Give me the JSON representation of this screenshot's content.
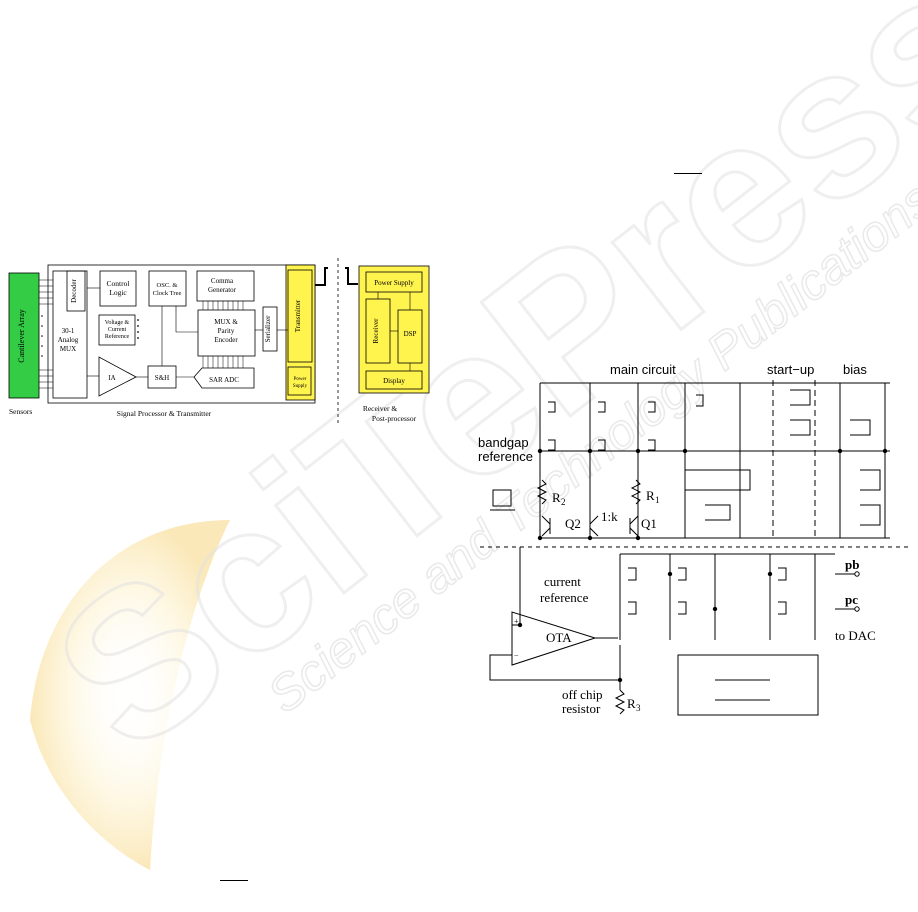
{
  "watermark": {
    "logo": "SciTePress",
    "subtitle": "Science and Technology Publications"
  },
  "block_diagram": {
    "sensor_block": "Cantilever Array",
    "decoder": "Decoder",
    "mux_lines": [
      "30-1",
      "Analog",
      "MUX"
    ],
    "control_logic": [
      "Control",
      "Logic"
    ],
    "voltage_ref": [
      "Voltage &",
      "Current",
      "Reference"
    ],
    "osc": [
      "OSC. &",
      "Clock Tree"
    ],
    "comma": [
      "Comma",
      "Generator"
    ],
    "mux_parity": [
      "MUX &",
      "Parity",
      "Encoder"
    ],
    "serializer": "Serializer",
    "transmitter": "Transmitter",
    "power_supply_small": [
      "Power",
      "Supply"
    ],
    "ia": "IA",
    "sh": "S&H",
    "sar_adc": "SAR ADC",
    "power_supply": "Power Supply",
    "receiver": "Receiver",
    "dsp": "DSP",
    "display": "Display",
    "caption_sensors": "Sensors",
    "caption_signal": "Signal Processor & Transmitter",
    "caption_receiver": [
      "Receiver &",
      "Post-processor"
    ]
  },
  "circuit": {
    "main_circuit": "main circuit",
    "start_up": "start−up",
    "bias": "bias",
    "bandgap": [
      "bandgap",
      "reference"
    ],
    "r2": "R",
    "r2_sub": "2",
    "r1": "R",
    "r1_sub": "1",
    "q2": "Q2",
    "ratio": "1:k",
    "q1": "Q1",
    "current_ref": [
      "current",
      "reference"
    ],
    "ota": "OTA",
    "plus": "+",
    "minus": "−",
    "offchip": [
      "off chip",
      "resistor"
    ],
    "r3": "R",
    "r3_sub": "3",
    "pb": "pb",
    "pc": "pc",
    "to_dac": "to DAC"
  },
  "colors": {
    "sensor_green": "#33cc44",
    "yellow": "#fff34d",
    "watermark_grey": "#e9e9e9",
    "watermark_orange": "#f4c54a"
  }
}
